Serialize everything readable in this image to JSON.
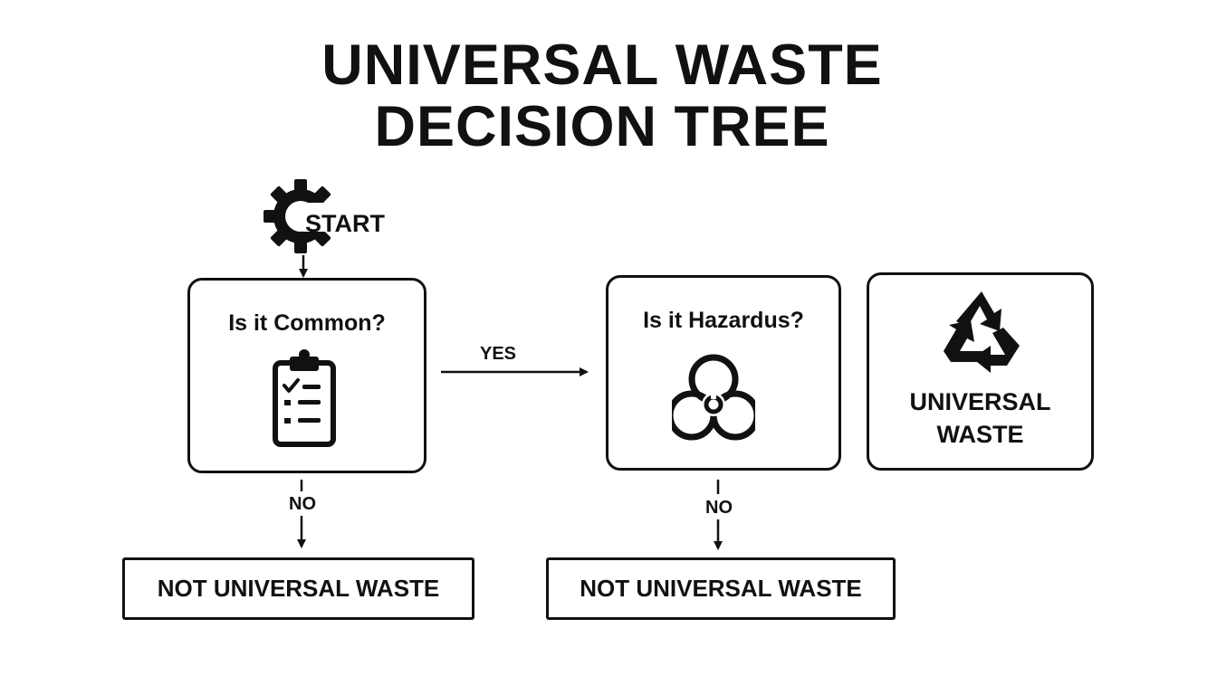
{
  "title": {
    "line1": "UNIVERSAL WASTE",
    "line2": "DECISION TREE"
  },
  "start": {
    "label": "START",
    "icon": "gear-icon"
  },
  "nodes": {
    "question_common": {
      "label": "Is it Common?",
      "icon": "clipboard-checklist-icon"
    },
    "question_hazardous": {
      "label": "Is it Hazardus?",
      "icon": "biohazard-icon"
    },
    "universal_waste": {
      "label": "UNIVERSAL WASTE",
      "icon": "recycle-icon"
    },
    "not_universal_1": {
      "label": "NOT UNIVERSAL WASTE"
    },
    "not_universal_2": {
      "label": "NOT UNIVERSAL WASTE"
    }
  },
  "edges": {
    "common_yes": "YES",
    "common_no": "NO",
    "hazardous_no": "NO"
  },
  "colors": {
    "ink": "#111111",
    "background": "#ffffff"
  }
}
